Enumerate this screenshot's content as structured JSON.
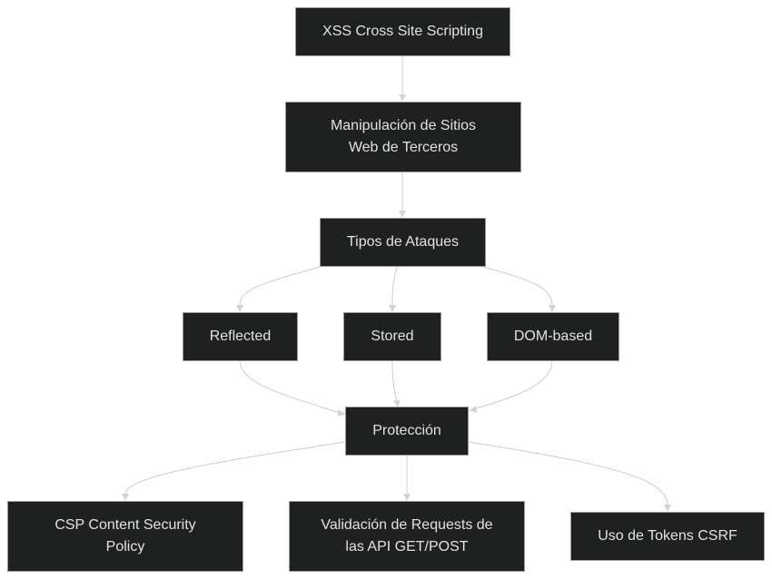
{
  "diagram": {
    "nodes": {
      "xss": "XSS Cross Site Scripting",
      "manip": "Manipulación de Sitios\nWeb de Terceros",
      "tipos": "Tipos de Ataques",
      "reflected": "Reflected",
      "stored": "Stored",
      "dom": "DOM-based",
      "proteccion": "Protección",
      "csp": "CSP Content Security\nPolicy",
      "validacion": "Validación de Requests de\nlas API GET/POST",
      "tokens": "Uso de Tokens CSRF"
    },
    "colors": {
      "node_fill": "#1f2020",
      "node_border": "#9a9a9a",
      "node_text": "#e2e2e2",
      "edge": "#cccccc"
    }
  }
}
